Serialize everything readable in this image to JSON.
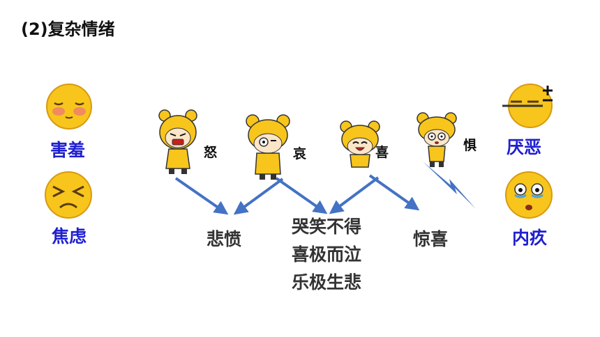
{
  "title": "(2)复杂情绪",
  "left_emotions": [
    "害羞",
    "焦虑"
  ],
  "right_emotions": [
    "厌恶",
    "内疚"
  ],
  "basic_emotions": [
    "怒",
    "哀",
    "喜",
    "惧"
  ],
  "results": {
    "first": "悲愤",
    "middle": [
      "哭笑不得",
      "喜极而泣",
      "乐极生悲"
    ],
    "last": "惊喜"
  },
  "colors": {
    "arrow": "#4472c4",
    "label": "#1f1fd0",
    "face": "#f7c51c"
  }
}
